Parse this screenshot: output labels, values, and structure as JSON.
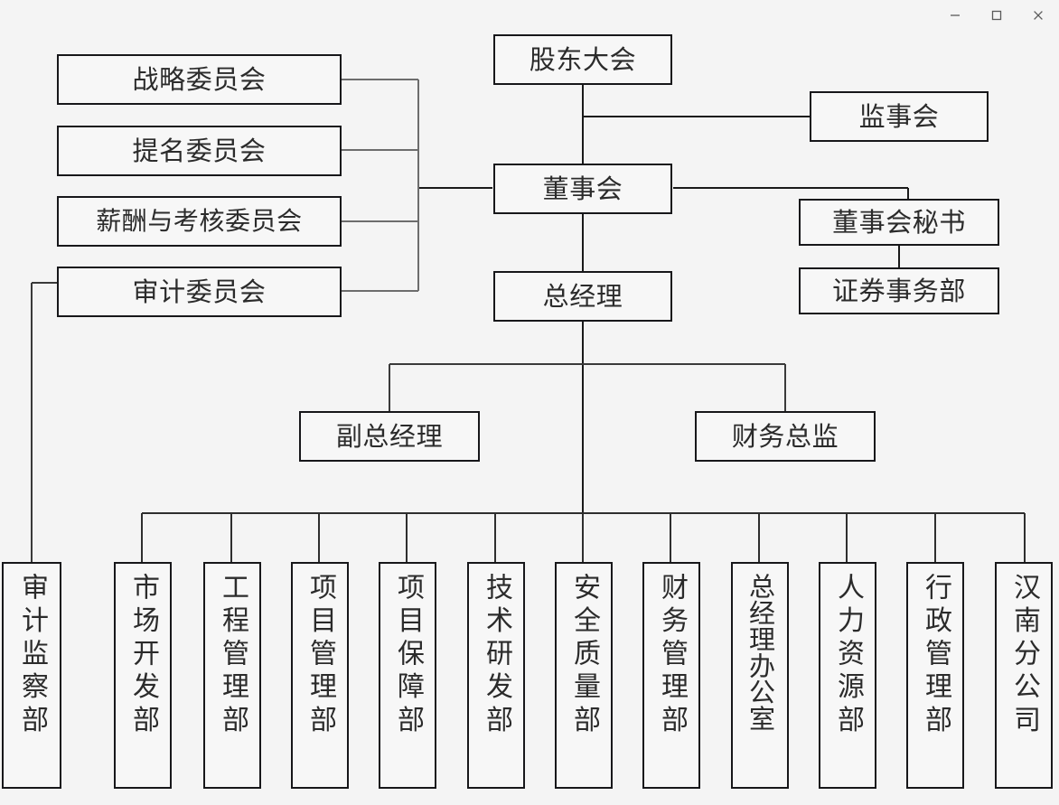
{
  "window": {
    "controls": [
      {
        "name": "minimize",
        "glyph": "minimize-icon"
      },
      {
        "name": "maximize",
        "glyph": "maximize-icon"
      },
      {
        "name": "close",
        "glyph": "close-icon"
      }
    ]
  },
  "colors": {
    "background": "#f4f4f4",
    "node_fill": "#f7f7f7",
    "node_border": "#17171a",
    "connector_strong": "#1a1a1a",
    "connector_light": "#6d6d6d",
    "text": "#2b2b2b"
  },
  "chart": {
    "type": "org-chart",
    "title": "",
    "orientation": "top-down",
    "nodes": {
      "shareholders_meeting": "股东大会",
      "board_of_supervisors": "监事会",
      "board_of_directors": "董事会",
      "board_secretary": "董事会秘书",
      "securities_affairs_dept": "证券事务部",
      "general_manager": "总经理",
      "deputy_general_manager": "副总经理",
      "cfo": "财务总监",
      "strategy_committee": "战略委员会",
      "nomination_committee": "提名委员会",
      "remuneration_assessment_committee": "薪酬与考核委员会",
      "audit_committee": "审计委员会"
    },
    "departments": [
      {
        "key": "audit_supervision_dept",
        "label": "审计监察部",
        "reports_to": "audit_committee"
      },
      {
        "key": "market_development_dept",
        "label": "市场开发部",
        "reports_to": "general_manager"
      },
      {
        "key": "engineering_management_dept",
        "label": "工程管理部",
        "reports_to": "general_manager"
      },
      {
        "key": "project_management_dept",
        "label": "项目管理部",
        "reports_to": "general_manager"
      },
      {
        "key": "project_support_dept",
        "label": "项目保障部",
        "reports_to": "general_manager"
      },
      {
        "key": "technology_rd_dept",
        "label": "技术研发部",
        "reports_to": "general_manager"
      },
      {
        "key": "safety_quality_dept",
        "label": "安全质量部",
        "reports_to": "general_manager"
      },
      {
        "key": "financial_management_dept",
        "label": "财务管理部",
        "reports_to": "general_manager"
      },
      {
        "key": "gm_office",
        "label": "总经理办公室",
        "reports_to": "general_manager"
      },
      {
        "key": "human_resources_dept",
        "label": "人力资源部",
        "reports_to": "general_manager"
      },
      {
        "key": "administrative_management_dept",
        "label": "行政管理部",
        "reports_to": "general_manager"
      },
      {
        "key": "hannan_branch",
        "label": "汉南分公司",
        "reports_to": "general_manager"
      }
    ],
    "edges": [
      {
        "from": "shareholders_meeting",
        "to": "board_of_directors"
      },
      {
        "from": "shareholders_meeting",
        "to": "board_of_supervisors"
      },
      {
        "from": "board_of_directors",
        "to": "general_manager"
      },
      {
        "from": "board_of_directors",
        "to": "board_secretary"
      },
      {
        "from": "board_secretary",
        "to": "securities_affairs_dept"
      },
      {
        "from": "board_of_directors",
        "to": "strategy_committee"
      },
      {
        "from": "board_of_directors",
        "to": "nomination_committee"
      },
      {
        "from": "board_of_directors",
        "to": "remuneration_assessment_committee"
      },
      {
        "from": "board_of_directors",
        "to": "audit_committee"
      },
      {
        "from": "general_manager",
        "to": "deputy_general_manager"
      },
      {
        "from": "general_manager",
        "to": "cfo"
      },
      {
        "from": "audit_committee",
        "to": "audit_supervision_dept"
      }
    ]
  }
}
